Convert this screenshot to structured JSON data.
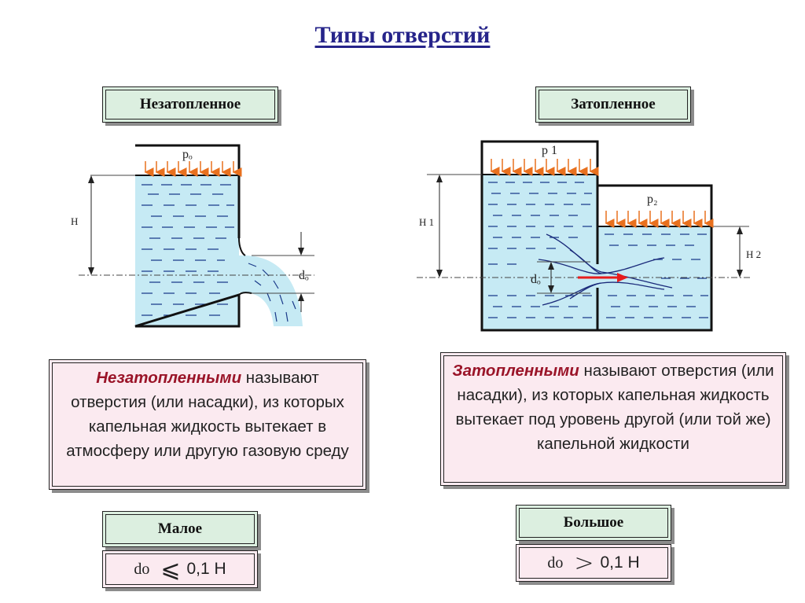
{
  "title": "Типы отверстий",
  "left": {
    "heading": "Незатопленное",
    "diagram": {
      "pressure": "pₒ",
      "depth": "H",
      "diameter": "dₒ"
    },
    "description_term": "Незатопленными",
    "description_rest": " называют отверстия (или насадки), из которых капельная жидкость вытекает в атмосферу или другую газовую среду",
    "size_label": "Малое",
    "formula": {
      "d": "dо",
      "op": "⩽",
      "rhs": "0,1 Н"
    }
  },
  "right": {
    "heading": "Затопленное",
    "diagram": {
      "pressure1": "p 1",
      "pressure2": "p₂",
      "depth1": "H 1",
      "depth2": "H 2",
      "diameter": "dₒ"
    },
    "description_term": "Затопленными",
    "description_rest": " называют отверстия (или насадки), из которых капельная жидкость вытекает  под уровень другой (или той же) капельной жидкости",
    "size_label": "Большое",
    "formula": {
      "d": "dо",
      "op": ">",
      "rhs": "0,1 Н"
    }
  },
  "colors": {
    "water": "#c6eaf4",
    "arrow": "#e8701e",
    "flow_arrow": "#e81c1c",
    "title": "#26248a",
    "term": "#9a1428",
    "green_box": "#dcefe0",
    "pink_box": "#fbeaf0"
  }
}
